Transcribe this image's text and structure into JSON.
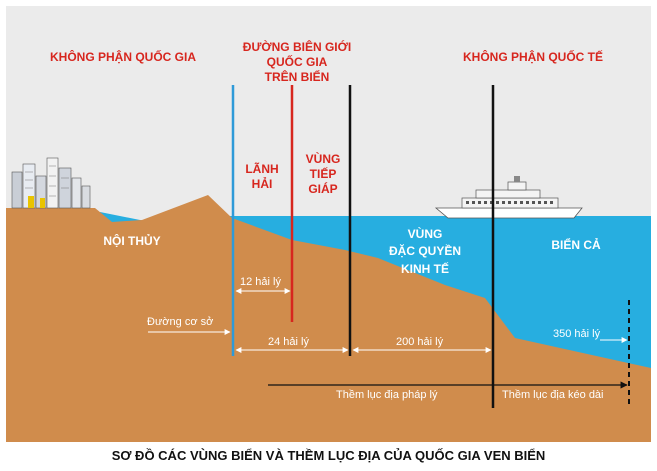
{
  "labels": {
    "national_airspace": "KHÔNG PHẬN QUỐC GIA",
    "national_border_line1": "ĐƯỜNG BIÊN GIỚI",
    "national_border_line2": "QUỐC GIA",
    "national_border_line3": "TRÊN BIỂN",
    "international_airspace": "KHÔNG PHẬN QUỐC TẾ",
    "territorial_sea_line1": "LÃNH",
    "territorial_sea_line2": "HẢI",
    "contiguous_zone_line1": "VÙNG",
    "contiguous_zone_line2": "TIẾP",
    "contiguous_zone_line3": "GIÁP",
    "internal_waters": "NỘI THỦY",
    "eez_line1": "VÙNG",
    "eez_line2": "ĐẶC QUYỀN",
    "eez_line3": "KINH TẾ",
    "high_seas": "BIỂN CẢ",
    "nm12": "12 hải lý",
    "baseline": "Đường cơ sở",
    "nm24": "24 hải lý",
    "nm200": "200 hải lý",
    "nm350": "350 hải lý",
    "legal_shelf": "Thềm lục địa pháp lý",
    "extended_shelf": "Thềm lục địa kéo dài"
  },
  "caption": "SƠ ĐỒ CÁC VÙNG BIỂN VÀ THỀM LỤC ĐỊA CỦA QUỐC GIA VEN BIỂN",
  "colors": {
    "sky": "#ebebeb",
    "sea": "#27aee0",
    "land": "#d08c4c",
    "red_text": "#d7261e",
    "baseline_line": "#2e9ad8",
    "border_line": "#d7261e",
    "zone_line": "#111111"
  }
}
